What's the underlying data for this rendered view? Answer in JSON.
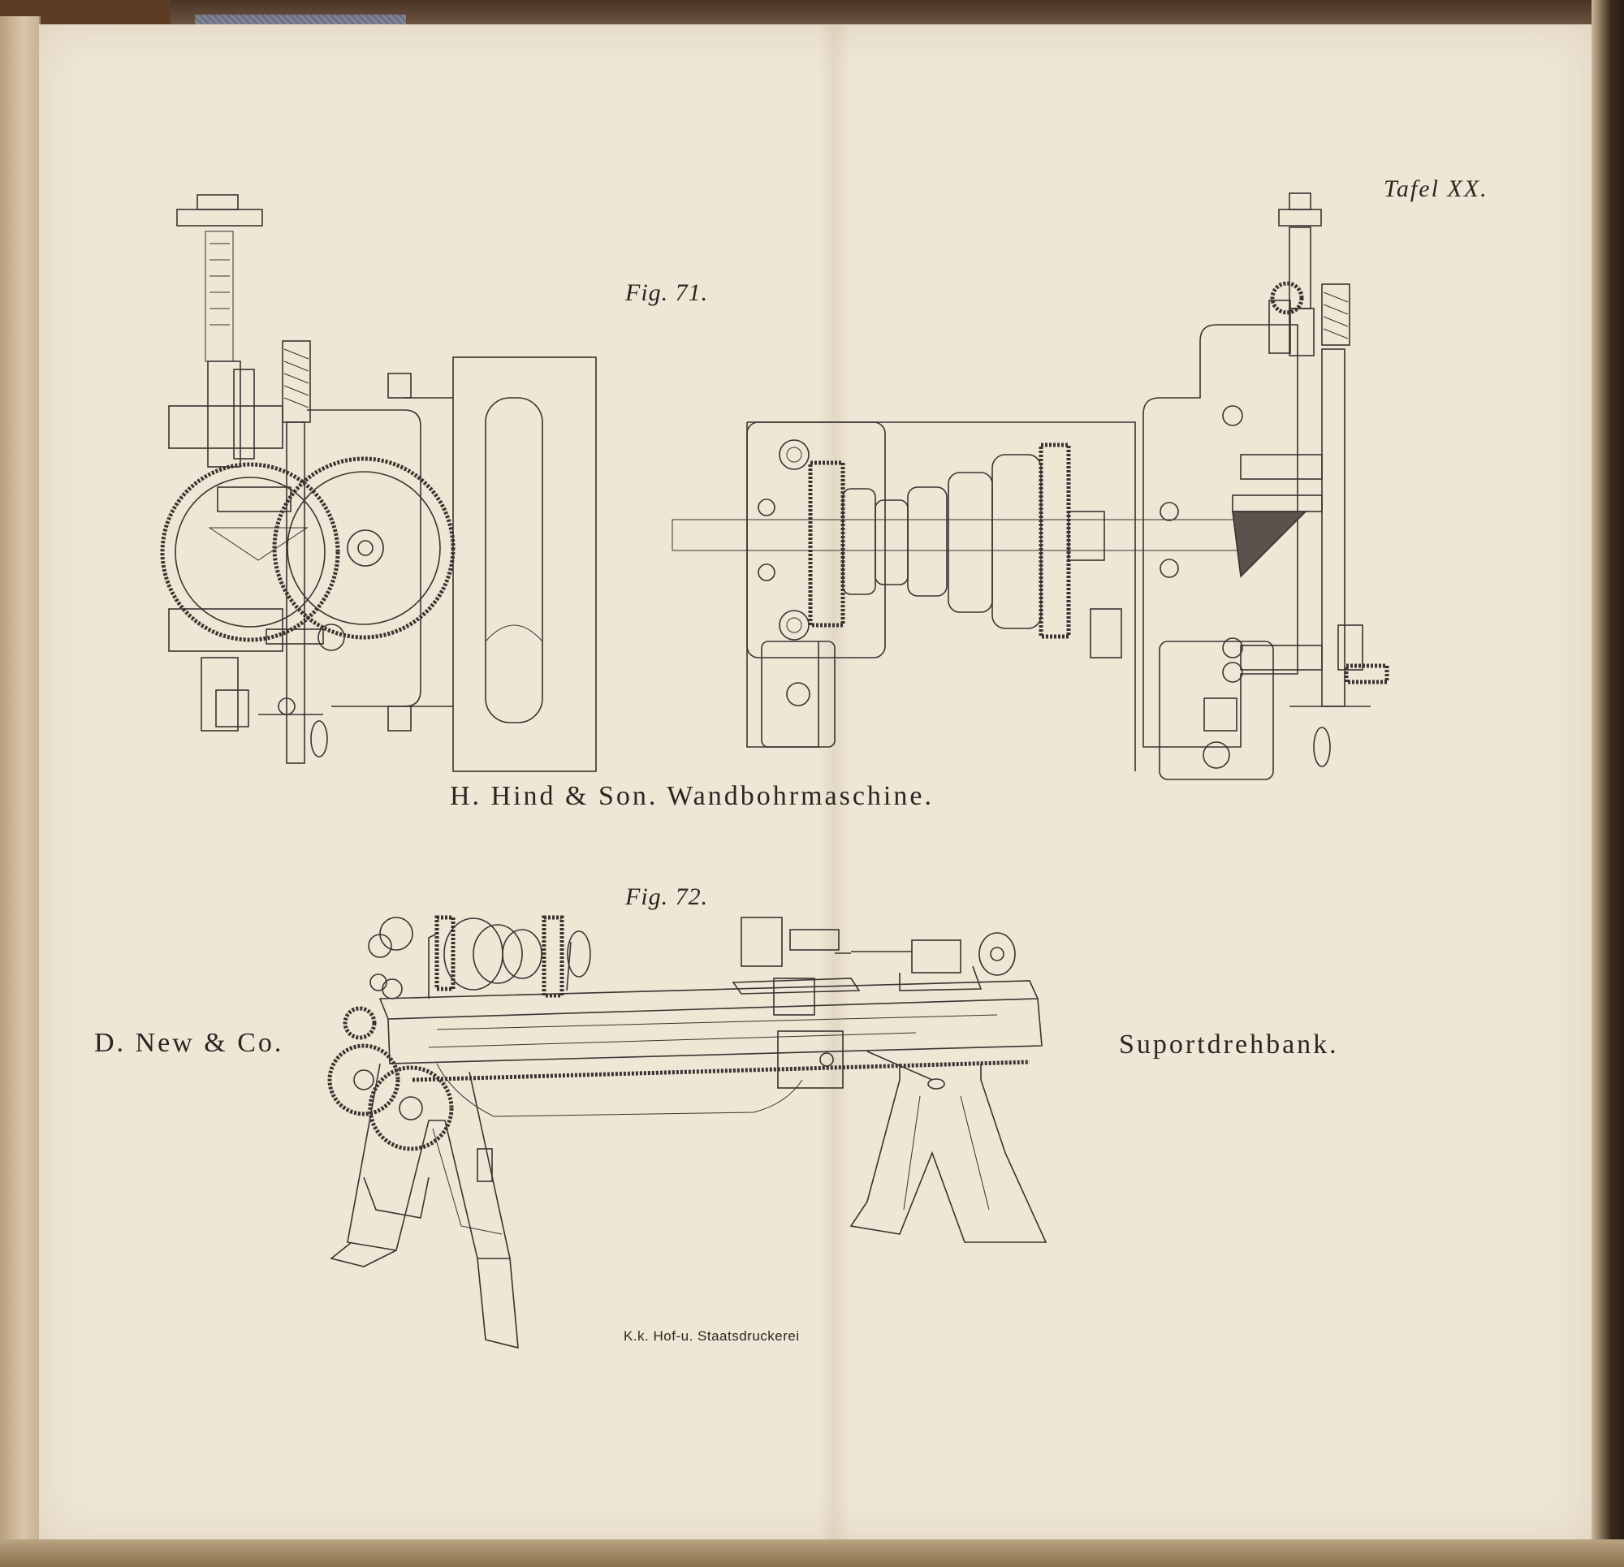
{
  "plate": {
    "number": "Tafel XX."
  },
  "figure_71": {
    "label": "Fig. 71.",
    "caption": "H. Hind & Son. Wandbohrmaschine."
  },
  "figure_72": {
    "label": "Fig. 72.",
    "maker": "D. New & Co.",
    "caption": "Suportdrehbank."
  },
  "imprint": "K.k. Hof-u. Staatsdruckerei",
  "colors": {
    "paper": "#efe6d6",
    "ink": "#2b2622"
  }
}
